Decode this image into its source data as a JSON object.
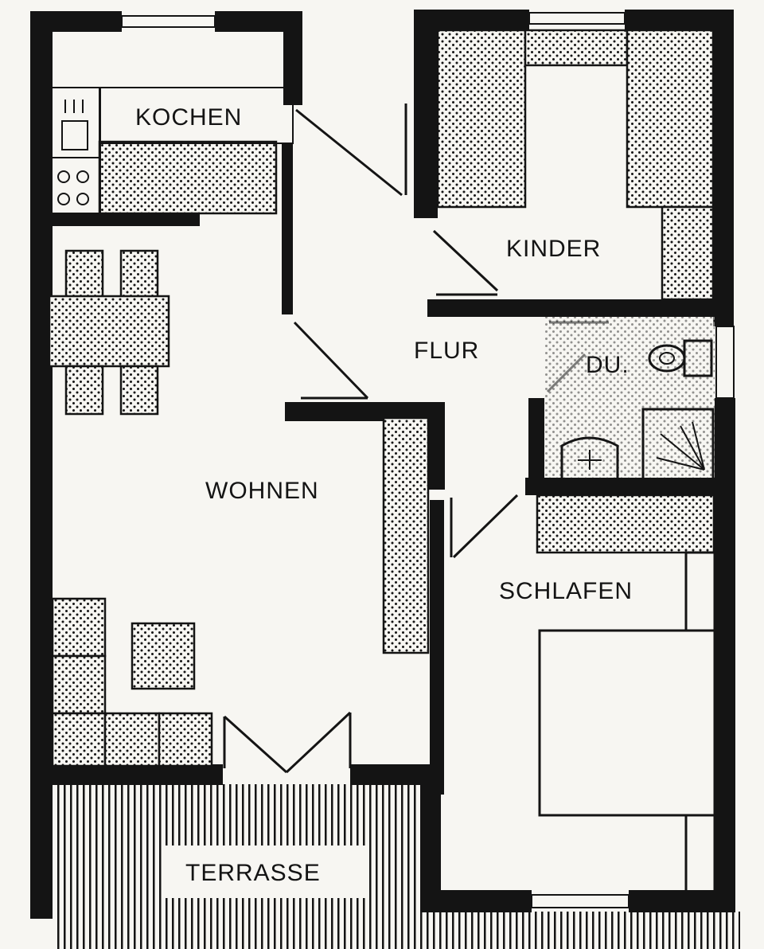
{
  "rooms": {
    "kochen": "KOCHEN",
    "kinder": "KINDER",
    "flur": "FLUR",
    "dusche": "DU.",
    "wohnen": "WOHNEN",
    "schlafen": "SCHLAFEN",
    "terrasse": "TERRASSE"
  },
  "colors": {
    "ink": "#141414",
    "paper": "#f7f6f2"
  }
}
